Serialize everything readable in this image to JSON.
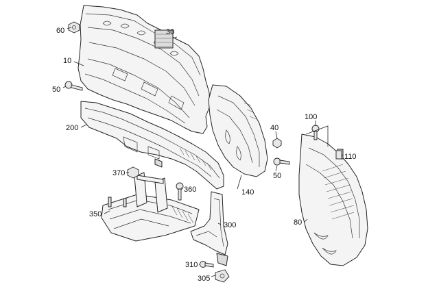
{
  "callouts": {
    "c10": "10",
    "c30": "30",
    "c40": "40",
    "c50a": "50",
    "c50b": "50",
    "c60": "60",
    "c80": "80",
    "c100": "100",
    "c110": "110",
    "c140": "140",
    "c200": "200",
    "c300": "300",
    "c305": "305",
    "c310": "310",
    "c350": "350",
    "c360": "360",
    "c370": "370"
  }
}
